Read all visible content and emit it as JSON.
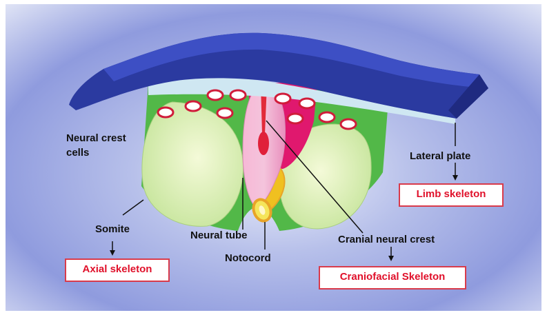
{
  "diagram": {
    "labels": {
      "neural_crest_cells_line1": "Neural crest",
      "neural_crest_cells_line2": "cells",
      "lateral_plate": "Lateral plate",
      "somite": "Somite",
      "neural_tube": "Neural tube",
      "notocord": "Notocord",
      "cranial_neural_crest": "Cranial neural crest"
    },
    "outcome_boxes": {
      "limb_skeleton": "Limb skeleton",
      "axial_skeleton": "Axial skeleton",
      "craniofacial_skeleton": "Craniofacial Skeleton"
    },
    "colors": {
      "ectoderm": "#2b3aa0",
      "ectoderm_top": "#3d4fc4",
      "neural_fold_band": "#cfe7f2",
      "mesoderm_green": "#52b848",
      "somite": "#dff0b0",
      "neural_tube": "#f2a3c8",
      "neural_crest_magenta": "#e0186e",
      "notochord": "#f2e040",
      "notochord_rim": "#e8a428",
      "box_text": "#e0102a",
      "box_border": "#d93a4a"
    }
  }
}
